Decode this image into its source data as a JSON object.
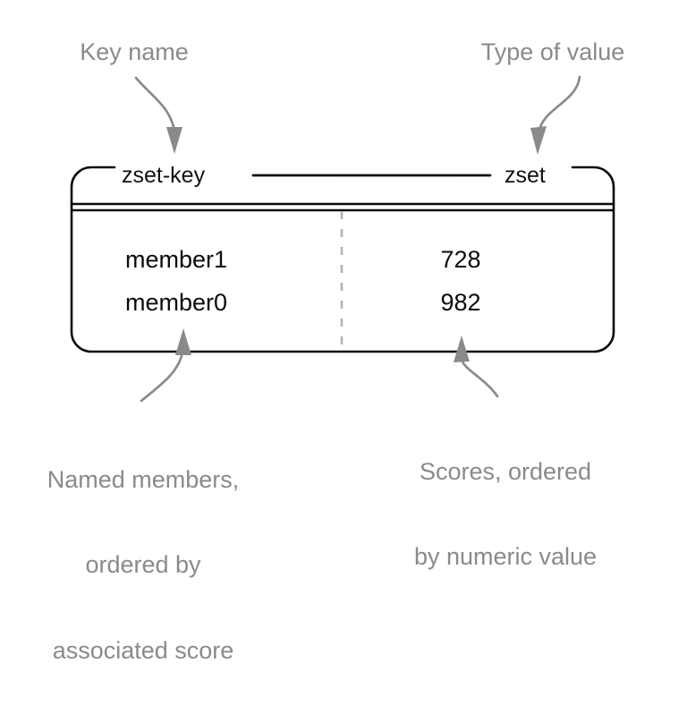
{
  "annotations": {
    "key_name": "Key name",
    "type_of_value": "Type of value",
    "members_caption_lines": [
      "Named members,",
      "ordered by",
      "associated score"
    ],
    "scores_caption_lines": [
      "Scores, ordered",
      "by numeric value"
    ]
  },
  "structure": {
    "key_label": "zset-key",
    "type_label": "zset"
  },
  "table": {
    "rows": [
      {
        "member": "member1",
        "score": "728"
      },
      {
        "member": "member0",
        "score": "982"
      }
    ]
  },
  "colors": {
    "annotation_gray": "#8a8a8a",
    "outline_black": "#0b0b0b",
    "divider_gray": "#b3b3b3",
    "background": "#ffffff"
  }
}
